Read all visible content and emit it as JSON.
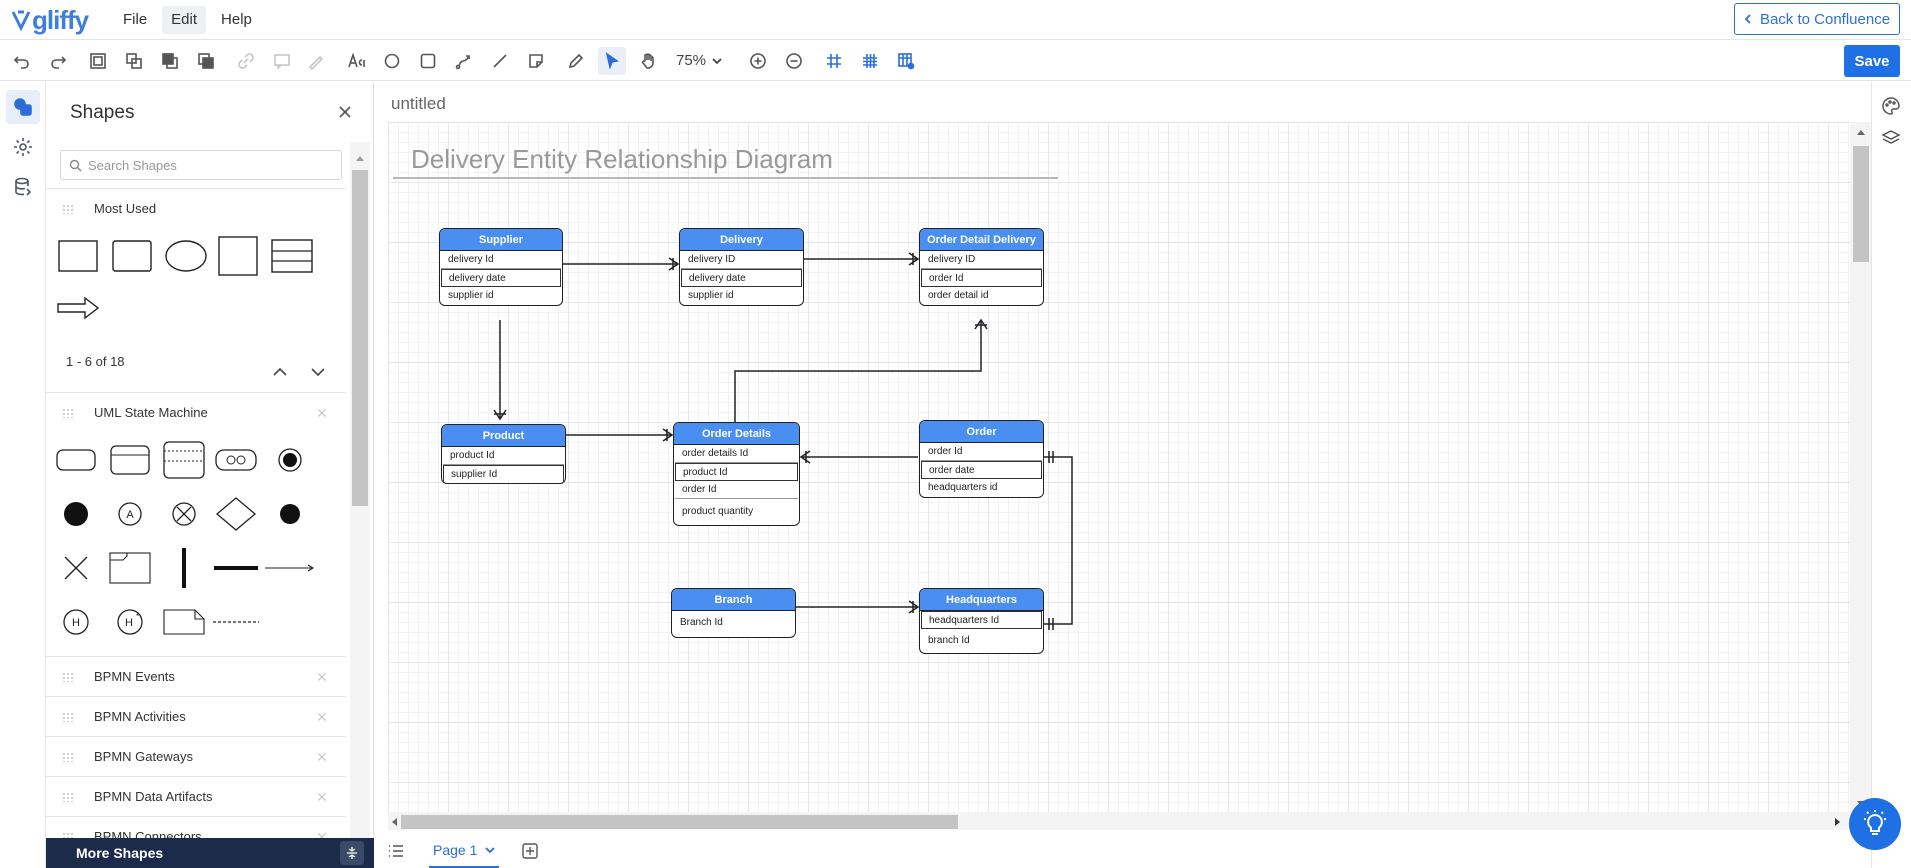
{
  "app": {
    "logo": "gliffy",
    "back_label": "Back to Confluence",
    "save_label": "Save"
  },
  "menu": {
    "file": "File",
    "edit": "Edit",
    "help": "Help"
  },
  "toolbar": {
    "zoom": "75%"
  },
  "panel": {
    "title": "Shapes",
    "search_placeholder": "Search Shapes",
    "most_used": "Most Used",
    "pager": "1 - 6 of 18",
    "uml": "UML State Machine",
    "sections": [
      "BPMN Events",
      "BPMN Activities",
      "BPMN Gateways",
      "BPMN Data Artifacts",
      "BPMN Connectors"
    ],
    "more_shapes": "More Shapes"
  },
  "document": {
    "title": "untitled",
    "page_tab": "Page 1"
  },
  "diagram": {
    "title": "Delivery Entity Relationship Diagram",
    "entities": [
      {
        "name": "Supplier",
        "rows": [
          "delivery Id",
          "delivery date",
          "supplier id"
        ]
      },
      {
        "name": "Delivery",
        "rows": [
          "delivery ID",
          "delivery date",
          "supplier id"
        ]
      },
      {
        "name": "Order Detail Delivery",
        "rows": [
          "delivery ID",
          "order Id",
          "order detail id"
        ]
      },
      {
        "name": "Product",
        "rows": [
          "product Id",
          "supplier Id"
        ]
      },
      {
        "name": "Order Details",
        "rows": [
          "order details Id",
          "product Id",
          "order Id",
          "product quantity"
        ]
      },
      {
        "name": "Order",
        "rows": [
          "order Id",
          "order date",
          "headquarters id"
        ]
      },
      {
        "name": "Branch",
        "rows": [
          "Branch Id"
        ]
      },
      {
        "name": "Headquarters",
        "rows": [
          "headquarters Id",
          "branch Id"
        ]
      }
    ]
  },
  "colors": {
    "accent": "#1f6fe5",
    "entity_header": "#4a8ef2",
    "dark_bar": "#1d2b4a"
  }
}
